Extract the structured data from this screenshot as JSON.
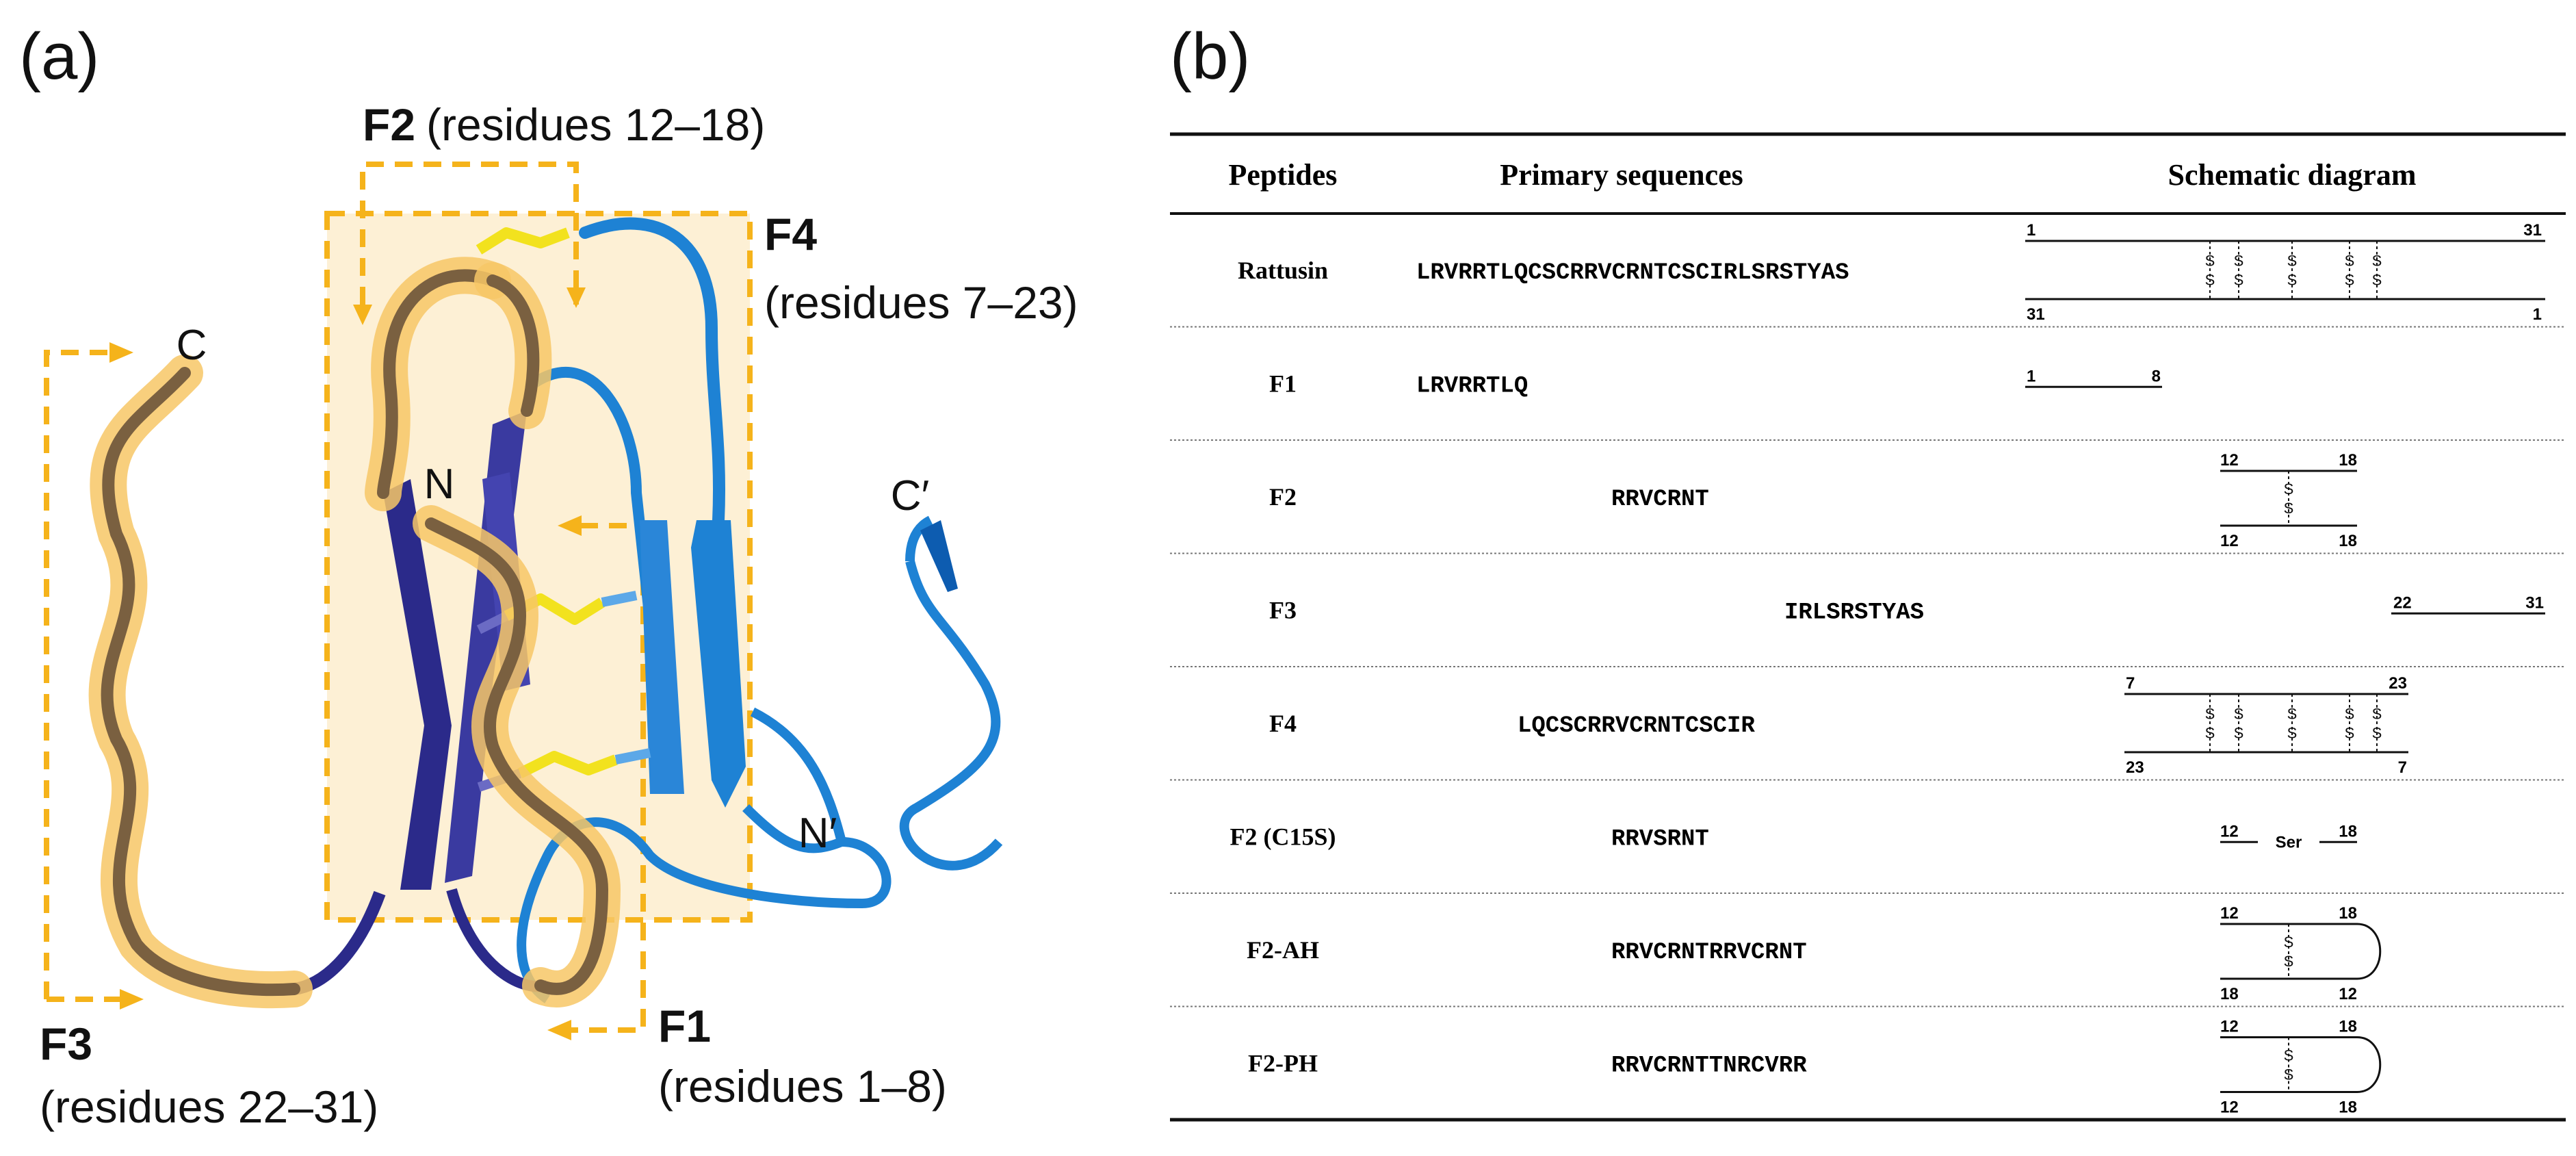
{
  "panel_a": {
    "label": "(a)",
    "termini": {
      "c": "C",
      "n": "N",
      "c_prime": "C′",
      "n_prime": "N′"
    },
    "fragments": [
      {
        "id": "f2",
        "name": "F2",
        "range": "(residues 12–18)"
      },
      {
        "id": "f4",
        "name": "F4",
        "range": "(residues 7–23)"
      },
      {
        "id": "f3",
        "name": "F3",
        "range": "(residues 22–31)"
      },
      {
        "id": "f1",
        "name": "F1",
        "range": "(residues 1–8)"
      }
    ],
    "colors": {
      "dashed_box": "#f5b31b",
      "highlight": "#f7c766",
      "box_fill": "#fdf0d5",
      "chain_a": "#2b2a8a",
      "chain_b": "#1e82d4",
      "coil_brown": "#7a6040",
      "disulfide": "#f2e21e"
    }
  },
  "panel_b": {
    "label": "(b)",
    "headers": {
      "peptides": "Peptides",
      "sequences": "Primary sequences",
      "schematic": "Schematic diagram"
    },
    "rows": [
      {
        "peptide": "Rattusin",
        "sequence": "LRVRRTLQCSCRRVCRNTCSCIRLSRSTYAS",
        "top_start": "1",
        "top_end": "31",
        "bottom_start": "31",
        "bottom_end": "1",
        "bond": "S",
        "mid": ""
      },
      {
        "peptide": "F1",
        "sequence": "LRVRRTLQ",
        "top_start": "1",
        "top_end": "8",
        "bottom_start": "",
        "bottom_end": "",
        "bond": "",
        "mid": ""
      },
      {
        "peptide": "F2",
        "sequence": "RRVCRNT",
        "top_start": "12",
        "top_end": "18",
        "bottom_start": "12",
        "bottom_end": "18",
        "bond": "S",
        "mid": ""
      },
      {
        "peptide": "F3",
        "sequence": "IRLSRSTYAS",
        "top_start": "22",
        "top_end": "31",
        "bottom_start": "",
        "bottom_end": "",
        "bond": "",
        "mid": ""
      },
      {
        "peptide": "F4",
        "sequence": "LQCSCRRVCRNTCSCIR",
        "top_start": "7",
        "top_end": "23",
        "bottom_start": "23",
        "bottom_end": "7",
        "bond": "S",
        "mid": ""
      },
      {
        "peptide": "F2 (C15S)",
        "sequence": "RRVSRNT",
        "top_start": "12",
        "top_end": "18",
        "bottom_start": "",
        "bottom_end": "",
        "bond": "",
        "mid": "Ser"
      },
      {
        "peptide": "F2-AH",
        "sequence": "RRVCRNTRRVCRNT",
        "top_start": "12",
        "top_end": "18",
        "bottom_start": "18",
        "bottom_end": "12",
        "bond": "S",
        "mid": ""
      },
      {
        "peptide": "F2-PH",
        "sequence": "RRVCRNTTNRCVRR",
        "top_start": "12",
        "top_end": "18",
        "bottom_start": "12",
        "bottom_end": "18",
        "bond": "S",
        "mid": ""
      }
    ]
  }
}
